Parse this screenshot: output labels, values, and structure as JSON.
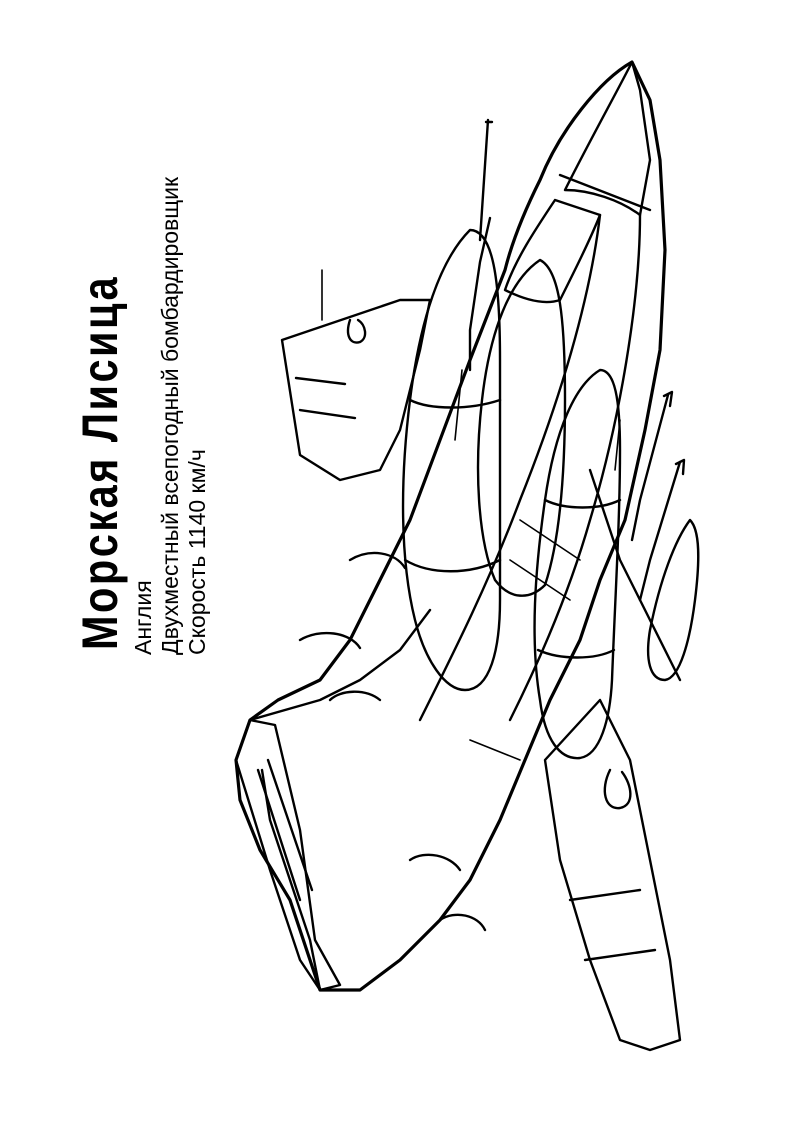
{
  "title": "Морская Лисица",
  "lines": {
    "country": "Англия",
    "type": "Двухместный всепогодный бомбардировщик",
    "speed": "Скорость 1140 км/ч"
  },
  "colors": {
    "ink": "#000000",
    "paper": "#ffffff"
  }
}
